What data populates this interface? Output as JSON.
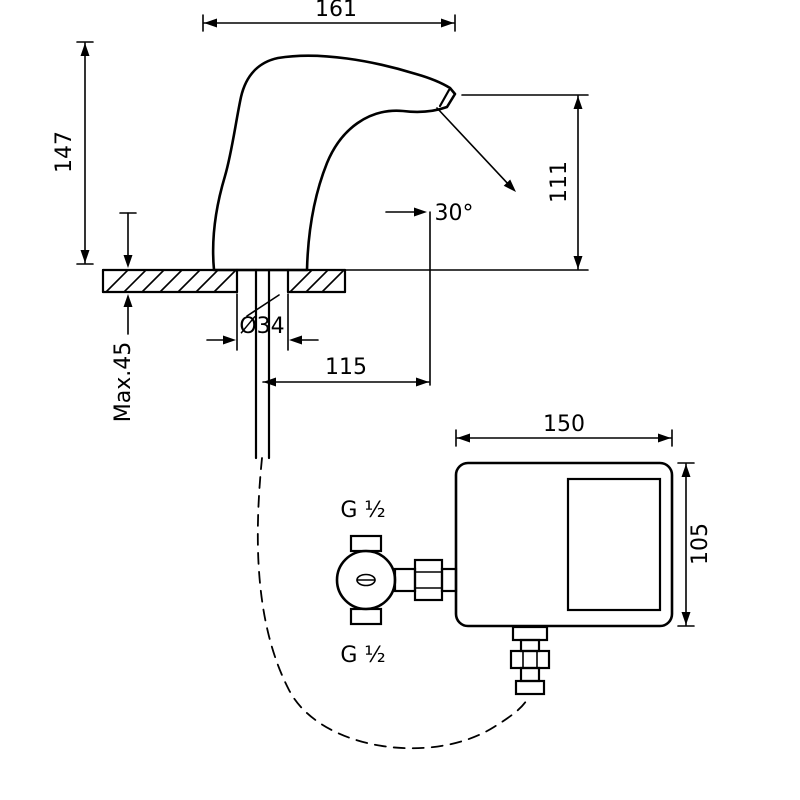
{
  "dimensions": {
    "spout_depth": "161",
    "total_height": "147",
    "outlet_height": "111",
    "stream_angle": "30°",
    "hole_diameter": "Ø34",
    "max_deck_thickness": "Max.45",
    "outlet_offset": "115",
    "box_width": "150",
    "box_height": "105"
  },
  "labels": {
    "inlet_top": "G ½",
    "inlet_bottom": "G ½"
  },
  "colors": {
    "line": "#000000",
    "background": "#ffffff"
  }
}
